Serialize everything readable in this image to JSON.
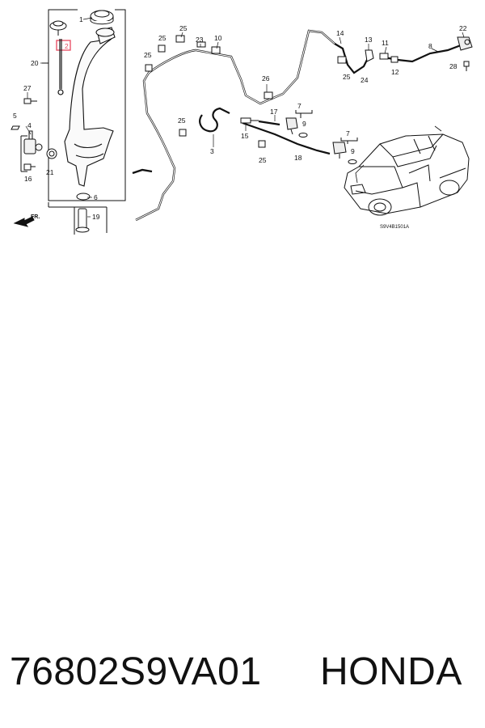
{
  "diagram": {
    "callouts": {
      "c1": "1",
      "c2": "2",
      "c3": "3",
      "c4": "4",
      "c5": "5",
      "c6": "6",
      "c7a": "7",
      "c7b": "7",
      "c8": "8",
      "c9a": "9",
      "c9b": "9",
      "c10": "10",
      "c11": "11",
      "c12": "12",
      "c13": "13",
      "c14": "14",
      "c15": "15",
      "c16": "16",
      "c17": "17",
      "c18": "18",
      "c19": "19",
      "c20": "20",
      "c21": "21",
      "c22": "22",
      "c23": "23",
      "c24": "24",
      "c25a": "25",
      "c25b": "25",
      "c25c": "25",
      "c25d": "25",
      "c25e": "25",
      "c26": "26",
      "c27": "27",
      "c28": "28"
    },
    "direction_label": "FR.",
    "reference_code": "S9V4B1501A",
    "highlight_color": "#e8475f"
  },
  "caption": {
    "part_number": "76802S9VA01",
    "brand": "HONDA"
  }
}
